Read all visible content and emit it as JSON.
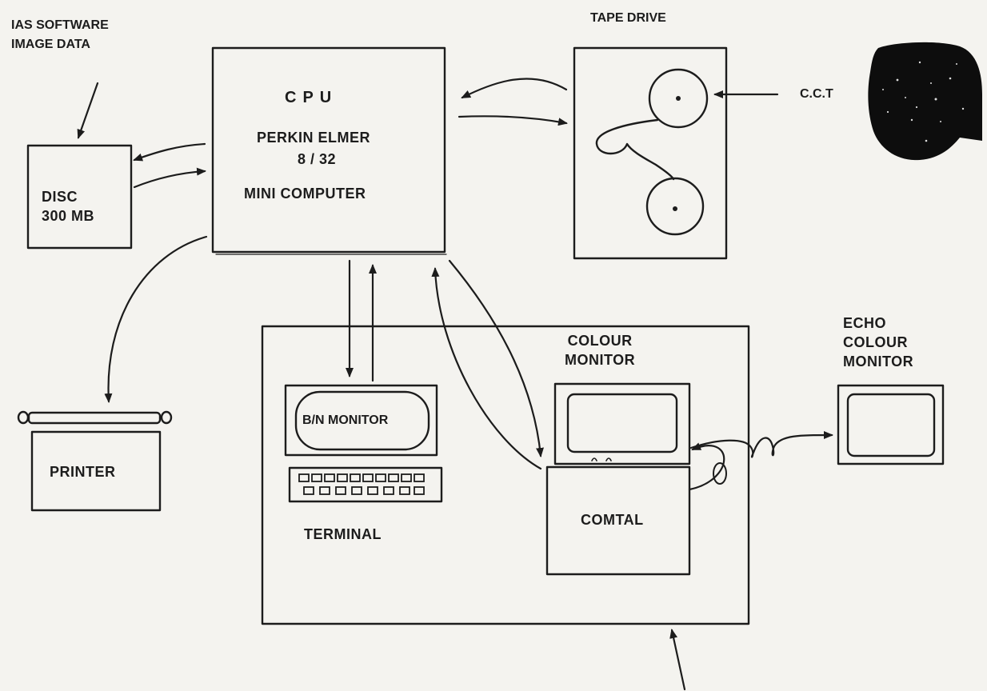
{
  "labels": {
    "software_line1": "IAS SOFTWARE",
    "software_line2": "IMAGE DATA",
    "tape_drive": "TAPE DRIVE",
    "cct": "C.C.T",
    "cpu": "CPU",
    "perkin_elmer": "PERKIN ELMER",
    "model": "8 / 32",
    "mini_computer": "MINI COMPUTER",
    "disc_line1": "DISC",
    "disc_line2": "300 MB",
    "printer": "PRINTER",
    "bn_monitor": "B/N MONITOR",
    "terminal": "TERMINAL",
    "colour_monitor_line1": "COLOUR",
    "colour_monitor_line2": "MONITOR",
    "comtal": "COMTAL",
    "echo_line1": "ECHO",
    "echo_line2": "COLOUR",
    "echo_line3": "MONITOR"
  },
  "colors": {
    "ink": "#1c1c1c",
    "paper": "#f4f3ef"
  }
}
